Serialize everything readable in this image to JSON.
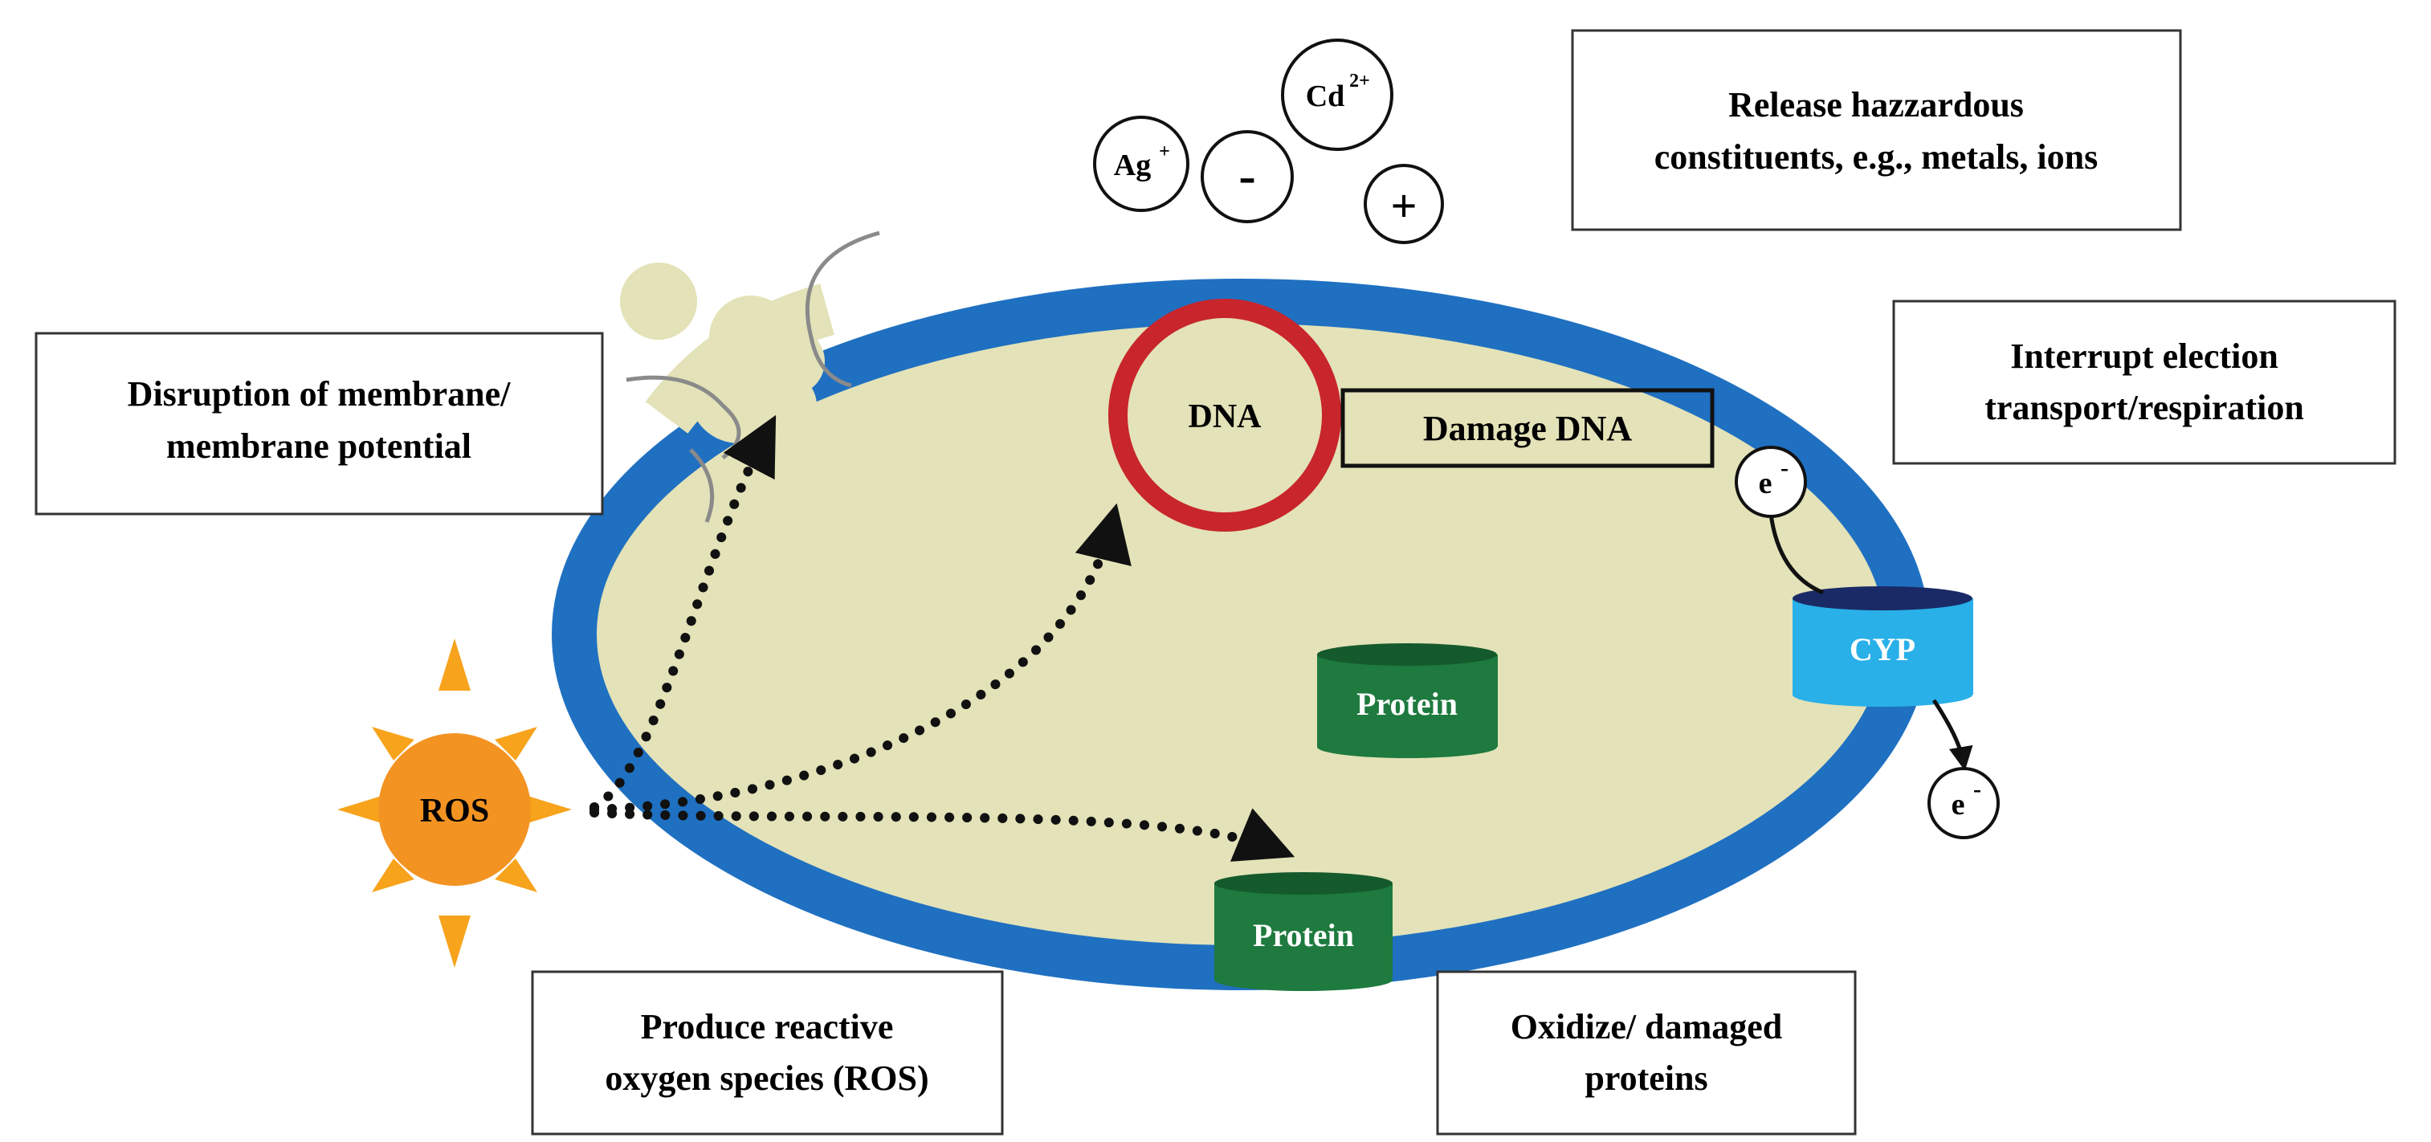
{
  "labels": {
    "release": [
      "Release hazzardous",
      "constituents, e.g., metals, ions"
    ],
    "disruption": [
      "Disruption of membrane/",
      "membrane potential"
    ],
    "interrupt": [
      "Interrupt election",
      "transport/respiration"
    ],
    "ros_produce": [
      "Produce reactive",
      "oxygen species (ROS)"
    ],
    "oxidize": [
      "Oxidize/ damaged",
      "proteins"
    ],
    "damage_dna": "Damage DNA"
  },
  "ions": {
    "ag": "Ag",
    "ag_charge": "+",
    "cd": "Cd",
    "cd_charge": "2+",
    "minus": "-",
    "plus": "+"
  },
  "cell": {
    "dna": "DNA",
    "protein_inner": "Protein",
    "protein_membrane": "Protein",
    "cyp": "CYP",
    "electron": "e",
    "electron_charge": "-",
    "ros": "ROS"
  },
  "colors": {
    "membrane": "#1f70c1",
    "cytoplasm": "#e3e2b8",
    "dna_ring": "#c8252c",
    "protein": "#1e7a3e",
    "protein_top": "#145a2c",
    "cyp": "#29b0e8",
    "cyp_top": "#1a2a66",
    "ros": "#f39322",
    "ros_rays": "#f7a31c"
  }
}
